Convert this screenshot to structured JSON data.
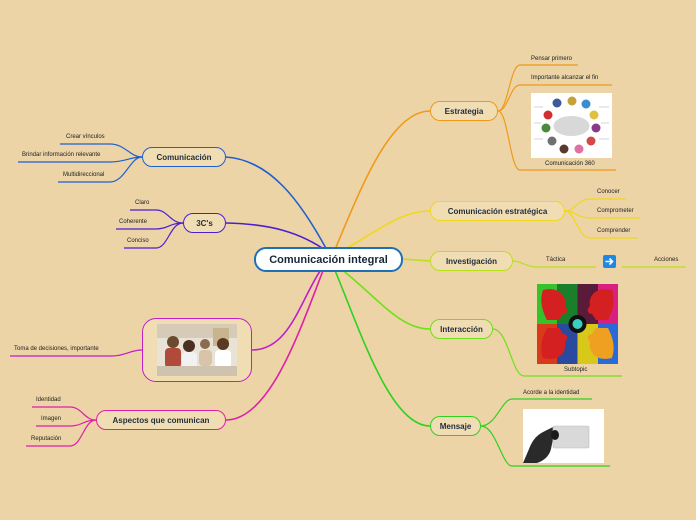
{
  "central": "Comunicación integral",
  "left": {
    "comunicacion": {
      "title": "Comunicación",
      "items": [
        "Crear vínculos",
        "Brindar información relevante",
        "Multidireccional"
      ]
    },
    "tres_c": {
      "title": "3C's",
      "items": [
        "Claro",
        "Coherente",
        "Conciso"
      ]
    },
    "imagen_node": {
      "caption": "Toma de decisiones, importante"
    },
    "aspectos": {
      "title": "Aspectos que comunican",
      "items": [
        "Identidad",
        "Imagen",
        "Reputación"
      ]
    }
  },
  "right": {
    "estrategia": {
      "title": "Estrategia",
      "items": [
        "Pensar primero",
        "Importante alcanzar el fin"
      ],
      "image_caption": "Comunicación 360"
    },
    "estrategica": {
      "title": "Comunicación estratégica",
      "items": [
        "Conocer",
        "Comprometer",
        "Comprender"
      ]
    },
    "investigacion": {
      "title": "Investigación",
      "items": [
        "Táctica",
        "Acciones"
      ],
      "arrow_icon": "arrow-right-icon"
    },
    "interaccion": {
      "title": "Interacción",
      "image_caption": "Subtopic"
    },
    "mensaje": {
      "title": "Mensaje",
      "items": [
        "Acorde a la identidad"
      ]
    }
  },
  "colors": {
    "background": "#ecd4a6",
    "comunicacion": "#1f5fd0",
    "tres_c": "#4b1fd0",
    "imagen_node": "#c01fc8",
    "aspectos": "#e01fa8",
    "estrategia": "#f09a1a",
    "estrategica": "#f0d81a",
    "investigacion": "#b8e01a",
    "interaccion": "#70e01a",
    "mensaje": "#30d020"
  }
}
